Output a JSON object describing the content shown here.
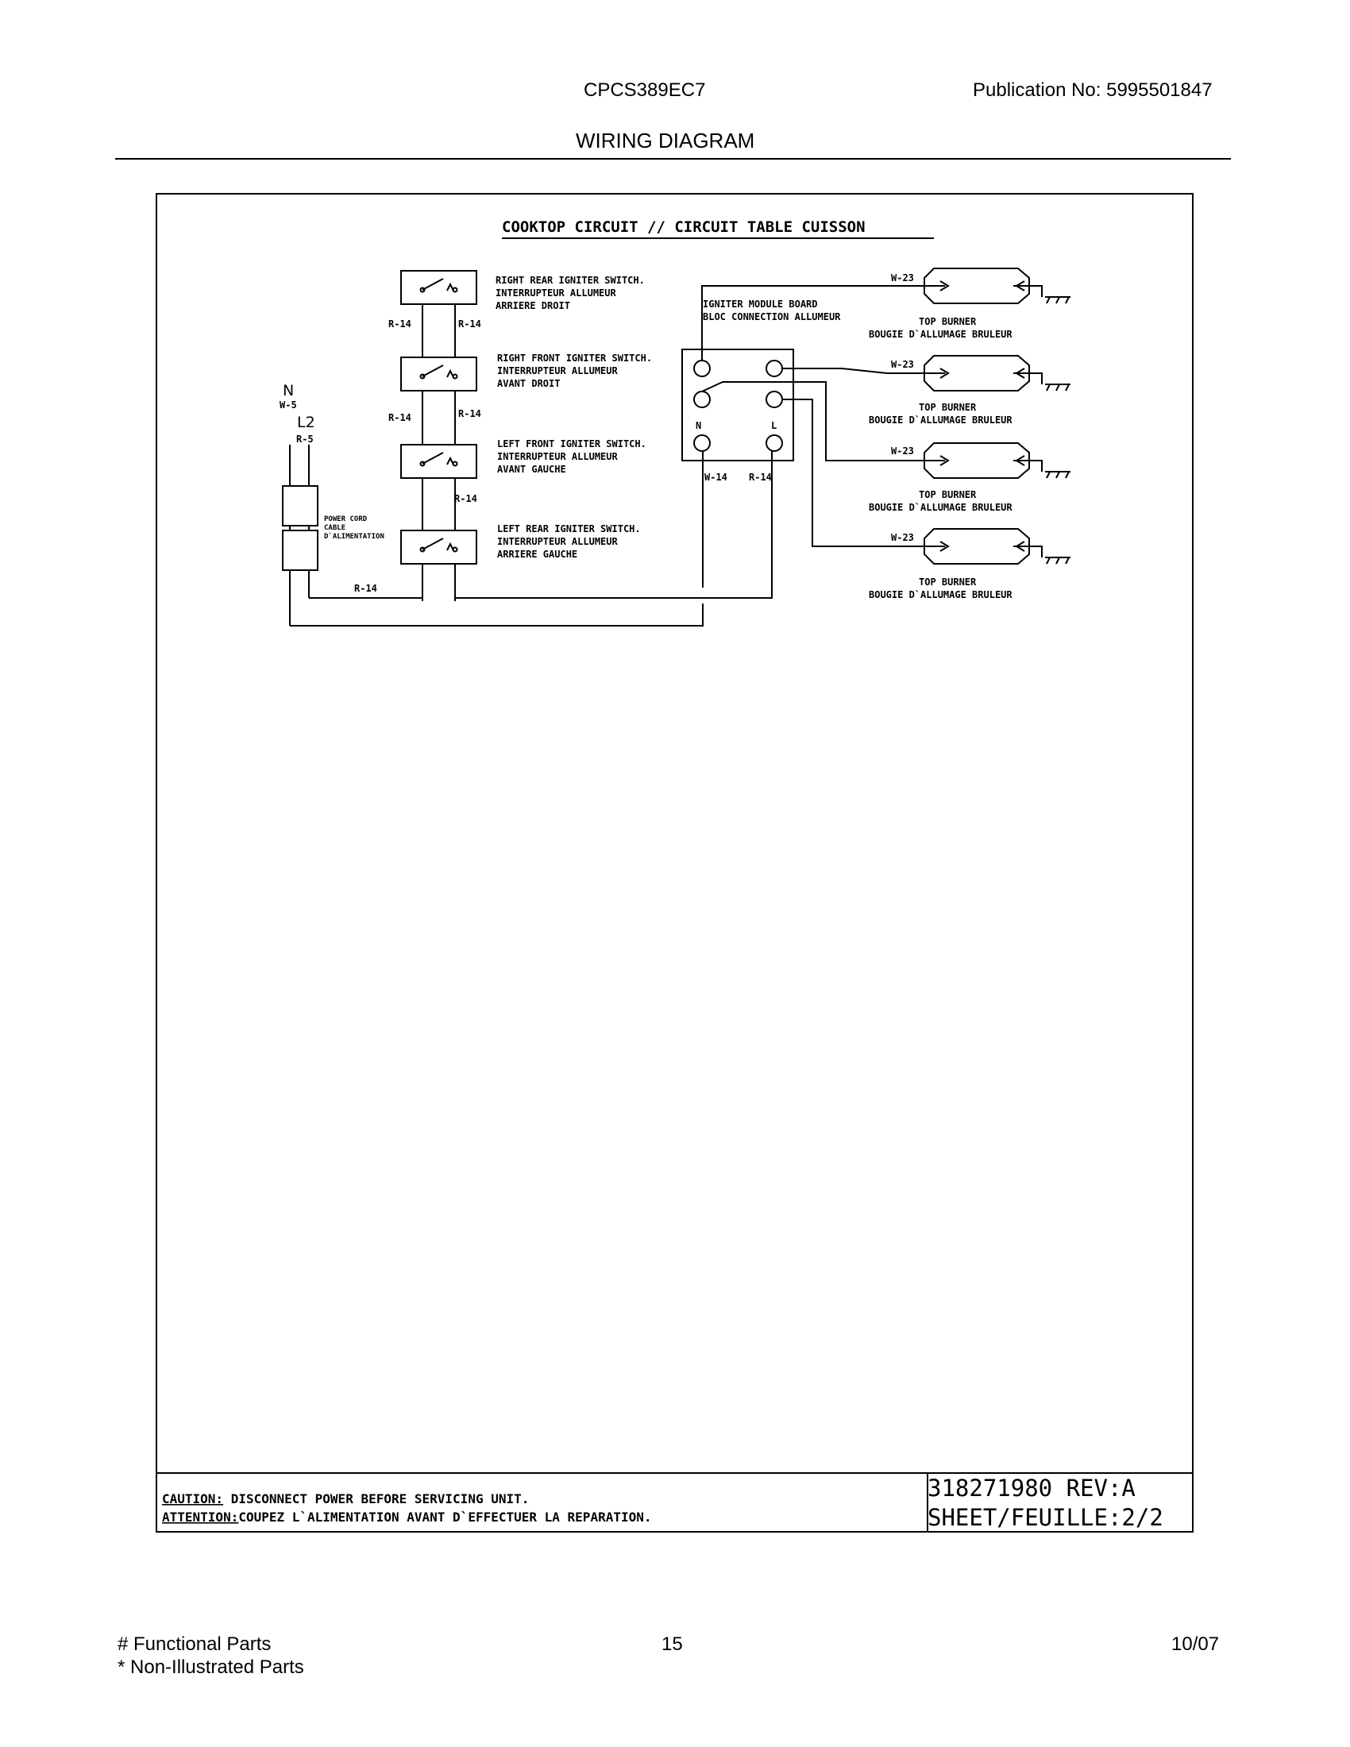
{
  "header": {
    "model": "CPCS389EC7",
    "publication": "Publication No:  5995501847",
    "title": "WIRING DIAGRAM"
  },
  "diagram": {
    "title": "COOKTOP CIRCUIT // CIRCUIT TABLE CUISSON",
    "switches": [
      {
        "lines": [
          "RIGHT REAR IGNITER SWITCH.",
          "INTERRUPTEUR ALLUMEUR",
          "ARRIERE DROIT"
        ]
      },
      {
        "lines": [
          "RIGHT FRONT IGNITER SWITCH.",
          "INTERRUPTEUR ALLUMEUR",
          "AVANT DROIT"
        ]
      },
      {
        "lines": [
          "LEFT FRONT IGNITER SWITCH.",
          "INTERRUPTEUR ALLUMEUR",
          "AVANT GAUCHE"
        ]
      },
      {
        "lines": [
          "LEFT REAR IGNITER SWITCH.",
          "INTERRUPTEUR ALLUMEUR",
          "ARRIERE GAUCHE"
        ]
      }
    ],
    "module": {
      "lines": [
        "IGNITER MODULE BOARD",
        "BLOC CONNECTION ALLUMEUR"
      ],
      "n": "N",
      "l": "L"
    },
    "burners": [
      {
        "wire": "W-23",
        "lines": [
          "TOP BURNER",
          "BOUGIE D`ALLUMAGE BRULEUR"
        ]
      },
      {
        "wire": "W-23",
        "lines": [
          "TOP BURNER",
          "BOUGIE D`ALLUMAGE BRULEUR"
        ]
      },
      {
        "wire": "W-23",
        "lines": [
          "TOP BURNER",
          "BOUGIE D`ALLUMAGE BRULEUR"
        ]
      },
      {
        "wire": "W-23",
        "lines": [
          "TOP BURNER",
          "BOUGIE D`ALLUMAGE BRULEUR"
        ]
      }
    ],
    "wire_labels": {
      "r14": "R-14",
      "w14": "W-14",
      "w5": "W-5",
      "r5": "R-5",
      "n": "N",
      "l2": "L2"
    },
    "power_cord": {
      "lines": [
        "POWER CORD",
        "CABLE",
        "D`ALIMENTATION"
      ]
    },
    "caution": {
      "label1": "CAUTION:",
      "text1": " DISCONNECT POWER BEFORE SERVICING UNIT.",
      "label2": "ATTENTION:",
      "text2": "COUPEZ L`ALIMENTATION AVANT D`EFFECTUER LA REPARATION."
    },
    "drawing_number": "318271980 REV:A",
    "sheet": "SHEET/FEUILLE:2/2"
  },
  "footer": {
    "functional": "# Functional Parts",
    "non_illustrated": "* Non-Illustrated Parts",
    "page": "15",
    "date": "10/07"
  }
}
